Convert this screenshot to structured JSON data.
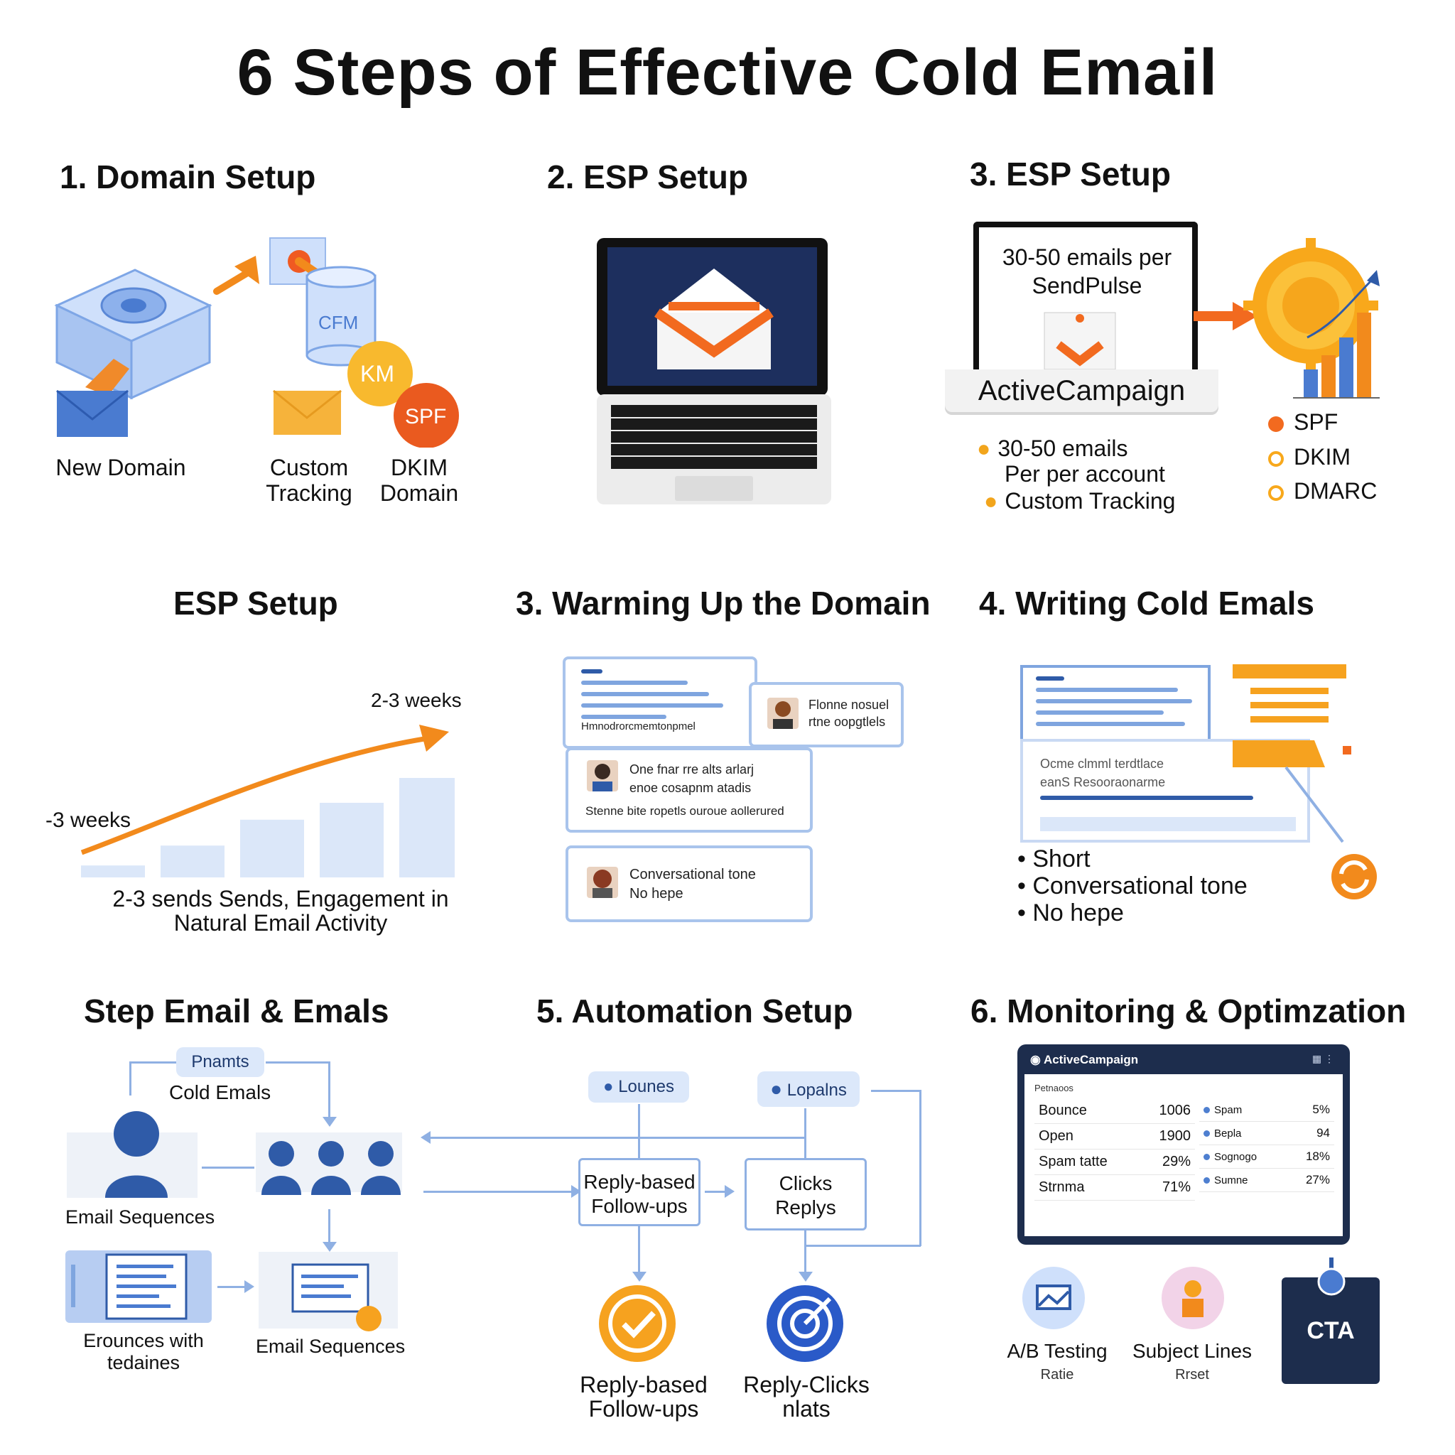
{
  "title": "6 Steps of Effective Cold Email",
  "colors": {
    "orange": "#f28a1c",
    "blue": "#2f5ba8",
    "light_blue": "#dbe7f9",
    "navy": "#1d2d4d"
  },
  "s1": {
    "title": "1. Domain Setup",
    "cfm": "CFM",
    "km": "KM",
    "spf": "SPF",
    "labels": [
      "New Domain",
      "Custom Tracking",
      "DKIM Domain"
    ]
  },
  "s2": {
    "title": "2. ESP Setup"
  },
  "s3": {
    "title": "3. ESP Setup",
    "screen_text": "30-50 emails per SendPulse",
    "brand": "ActiveCampaign",
    "items": [
      "30-50 emails",
      "Per per account",
      "Custom Tracking"
    ],
    "legend": [
      "SPF",
      "DKIM",
      "DMARC"
    ]
  },
  "s4": {
    "title": "ESP Setup",
    "label_top": "2-3 weeks",
    "label_left": "-3 weeks",
    "caption": "2-3 sends Sends, Engagement in Natural Email Activity",
    "bar_levels": [
      0.12,
      0.32,
      0.58,
      0.75,
      1.0
    ]
  },
  "s5": {
    "title": "3. Warming Up the Domain",
    "card1_text": "Hmnodrorcmemtonpmel",
    "card2_text": [
      "Flonne nosuel",
      "rtne oopgtlels"
    ],
    "card3_text": [
      "One fnar rre alts arlarj",
      "enoe cosapnm atadis"
    ],
    "card3_foot": "Stenne bite ropetls ouroue aollerured",
    "card4_text": [
      "Conversational tone",
      "No hepe"
    ]
  },
  "s6": {
    "title": "4. Writing Cold Emals",
    "mock_text": [
      "Ocme clmml terdtlace",
      "eanS Resooraonarme"
    ],
    "bullets": [
      "Short",
      "Conversational tone",
      "No hepe"
    ]
  },
  "s7": {
    "title": "Step Email & Emals",
    "pill": "Pnamts",
    "cold": "Cold Emals",
    "labels": [
      "Email Sequences",
      "Erounces with tedaines",
      "Email Sequences"
    ]
  },
  "s8": {
    "title": "5. Automation Setup",
    "pills": [
      "Lounes",
      "Lopalns"
    ],
    "boxes": [
      "Reply-based Follow-ups",
      "Clicks Replys"
    ],
    "labels": [
      "Reply-based Follow-ups",
      "Reply-Clicks nlats"
    ]
  },
  "s9": {
    "title": "6. Monitoring & Optimzation",
    "dash_brand": "ActiveCampaign",
    "dash_sub": "Petnaoos",
    "rows_left": [
      [
        "Bounce",
        "1006"
      ],
      [
        "Open",
        "1900"
      ],
      [
        "Spam tatte",
        "29%"
      ],
      [
        "Strnma",
        "71%"
      ]
    ],
    "rows_right": [
      [
        "Spam",
        "5%"
      ],
      [
        "Bepla",
        "94"
      ],
      [
        "Sognogo",
        "18%"
      ],
      [
        "Sumne",
        "27%"
      ]
    ],
    "icons": [
      "A/B Testing",
      "Subject Lines"
    ],
    "icon_subs": [
      "Ratie",
      "Rrset"
    ],
    "cta": "CTA"
  }
}
